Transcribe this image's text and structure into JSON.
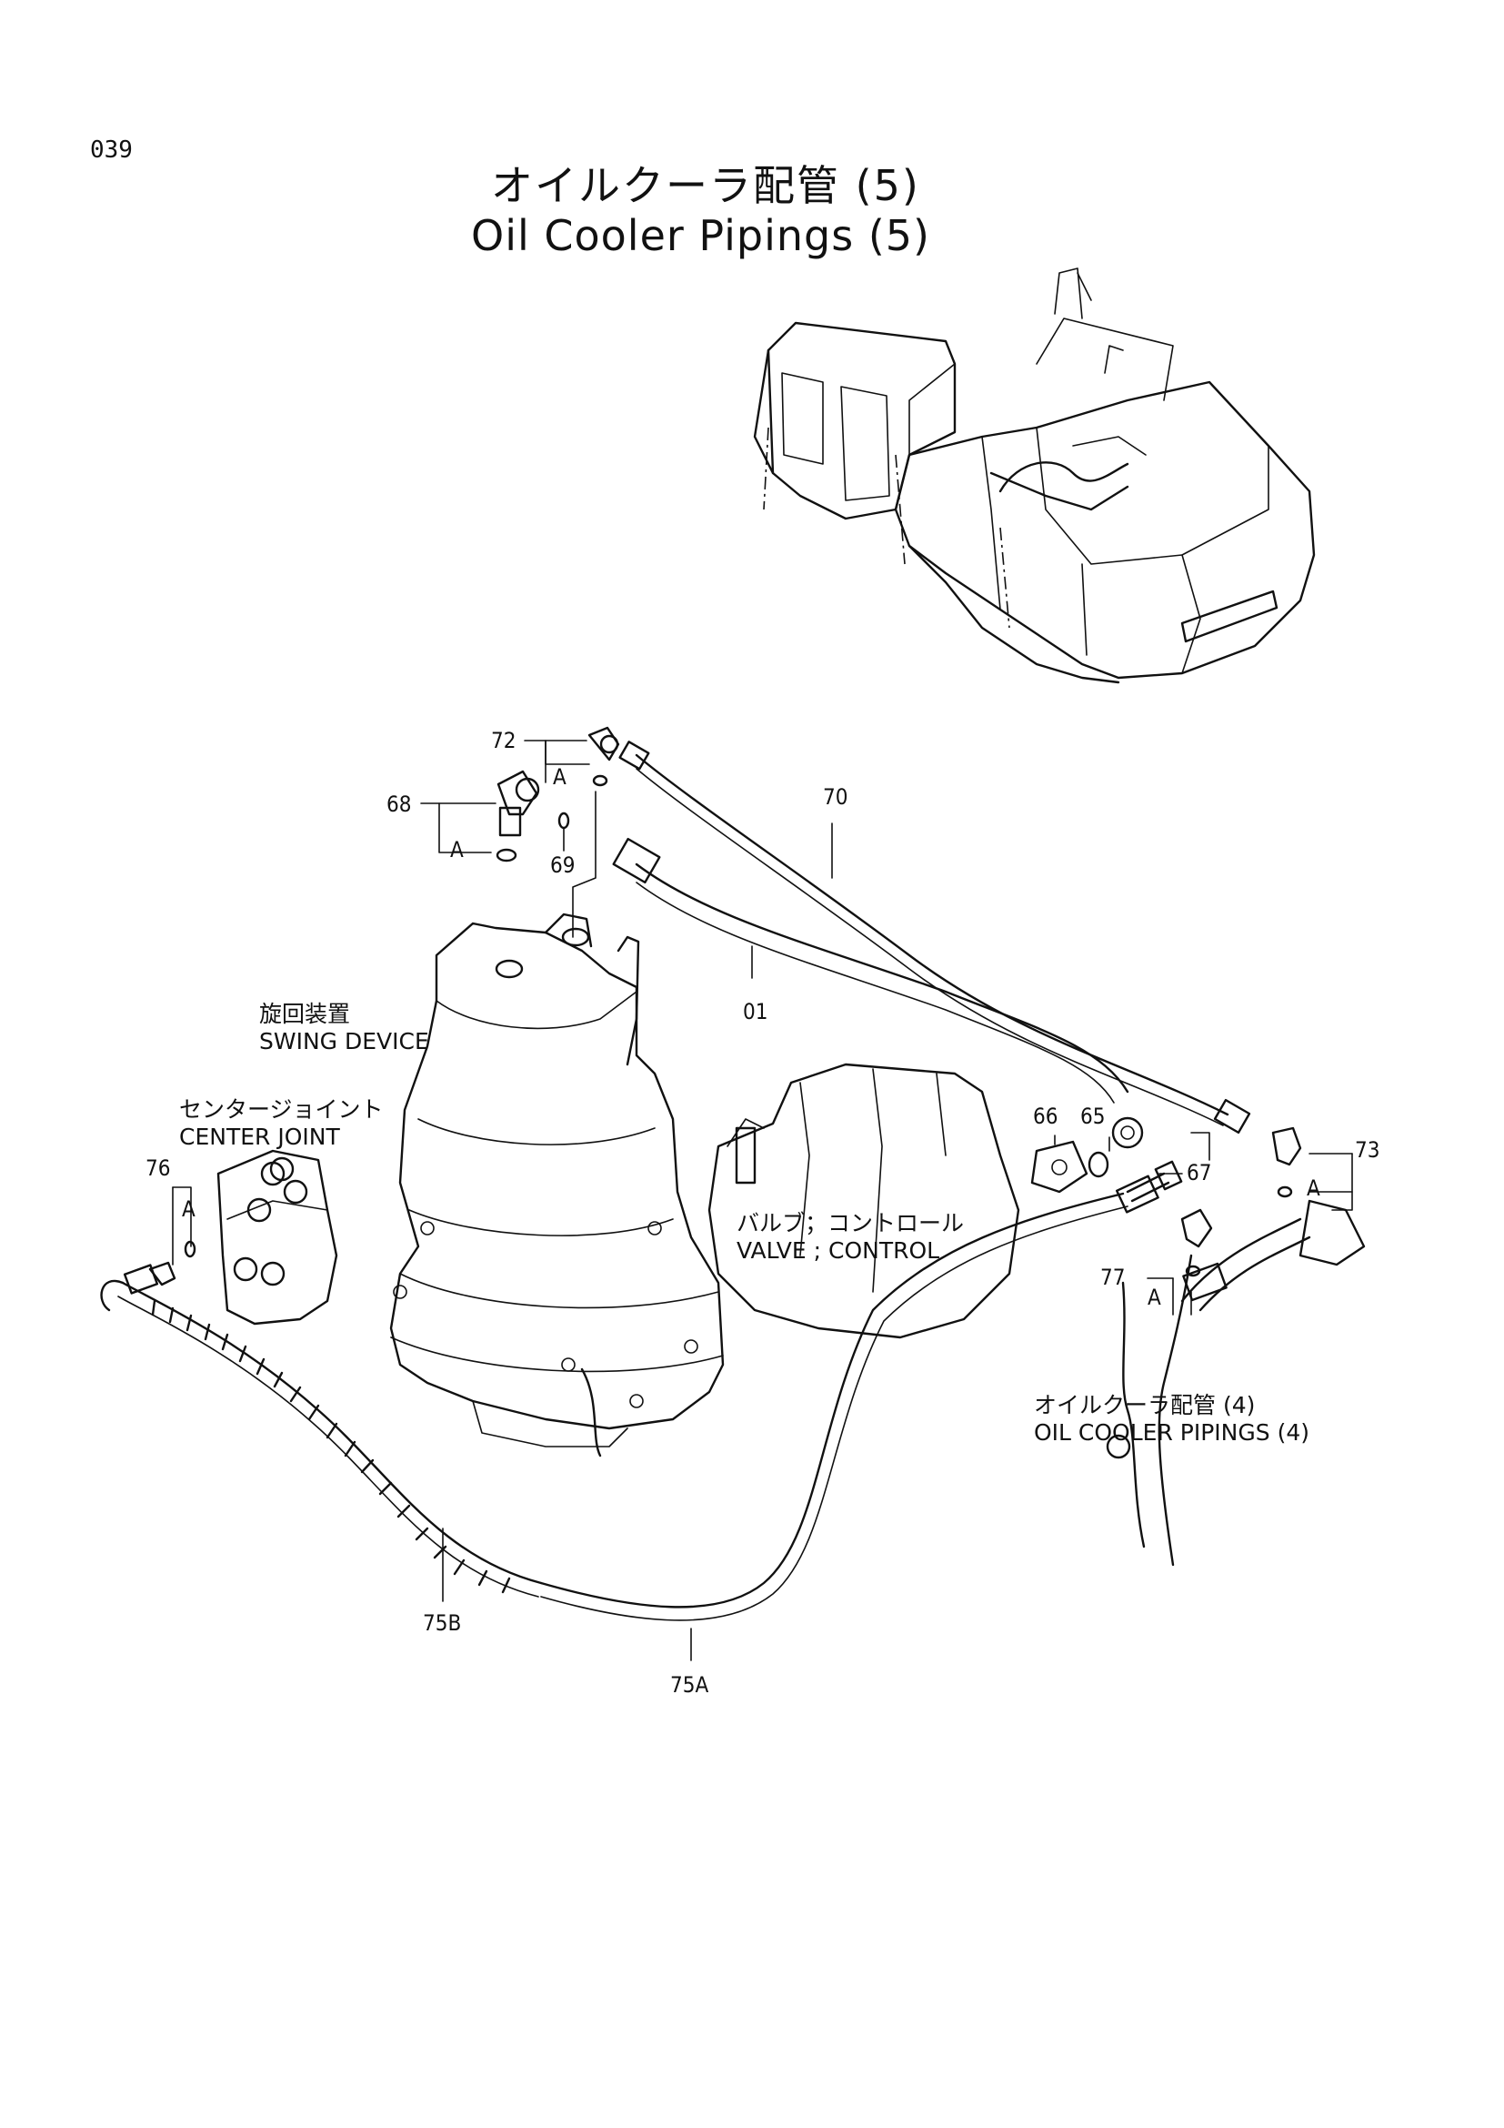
{
  "page": {
    "number": "039"
  },
  "title": {
    "japanese": "オイルクーラ配管 (5)",
    "english": "Oil Cooler Pipings (5)"
  },
  "components": {
    "swing_device": {
      "jp": "旋回装置",
      "en": "SWING DEVICE"
    },
    "center_joint": {
      "jp": "センタージョイント",
      "en": "CENTER JOINT"
    },
    "valve_control": {
      "jp": "バルブ；コントロール",
      "en": "VALVE ; CONTROL"
    },
    "oil_cooler_pipings_4": {
      "jp": "オイルクーラ配管 (4)",
      "en": "OIL COOLER PIPINGS (4)"
    }
  },
  "part_numbers": {
    "p72": "72",
    "p68": "68",
    "p69": "69",
    "p70": "70",
    "p01": "01",
    "p66": "66",
    "p65": "65",
    "p67": "67",
    "p73": "73",
    "p76": "76",
    "p77": "77",
    "p75b": "75B",
    "p75a": "75A"
  },
  "detail_marks": {
    "a1": "A",
    "a2": "A",
    "a3": "A",
    "a4": "A",
    "a5": "A"
  }
}
